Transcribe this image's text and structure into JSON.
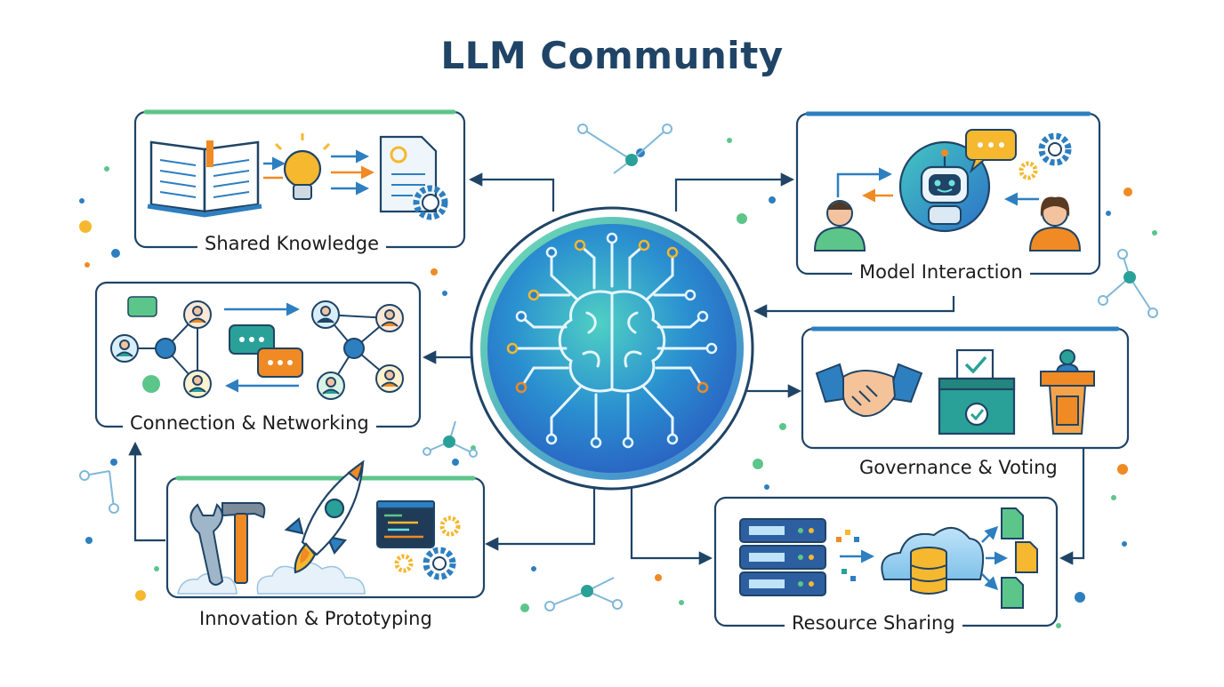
{
  "title": "LLM Community",
  "center": {
    "icon": "brain-circuit-icon"
  },
  "nodes": [
    {
      "id": "shared",
      "label": "Shared Knowledge",
      "icons": [
        "open-book-icon",
        "lightbulb-icon",
        "document-icon",
        "gear-icon"
      ]
    },
    {
      "id": "model",
      "label": "Model Interaction",
      "icons": [
        "user-icon",
        "robot-icon",
        "chat-bubble-icon",
        "gear-icon",
        "user-icon"
      ]
    },
    {
      "id": "connection",
      "label": "Connection & Networking",
      "icons": [
        "people-network-icon",
        "chat-bubble-icon",
        "link-icon"
      ]
    },
    {
      "id": "governance",
      "label": "Governance & Voting",
      "icons": [
        "handshake-icon",
        "ballot-box-icon",
        "podium-icon"
      ]
    },
    {
      "id": "innovation",
      "label": "Innovation & Prototyping",
      "icons": [
        "wrench-icon",
        "hammer-icon",
        "rocket-icon",
        "code-window-icon",
        "gear-icon"
      ]
    },
    {
      "id": "resource",
      "label": "Resource Sharing",
      "icons": [
        "server-icon",
        "cloud-database-icon",
        "file-icon"
      ]
    }
  ],
  "colors": {
    "title": "#1f4466",
    "outline": "#1f4466",
    "teal": "#2aa198",
    "blue": "#2d7fc0",
    "orange": "#f08a24",
    "yellow": "#f5b82e",
    "green": "#5cc58a"
  }
}
